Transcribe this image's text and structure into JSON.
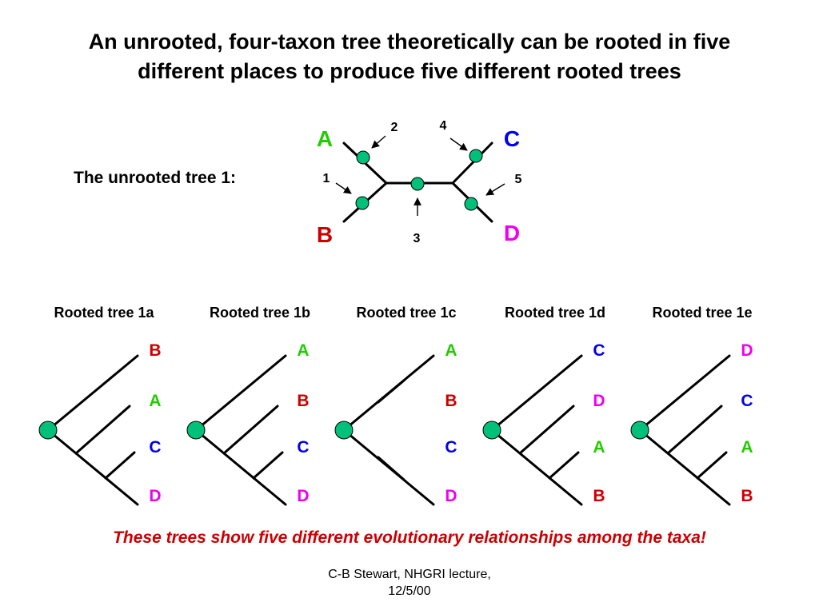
{
  "title": {
    "line1": "An unrooted, four-taxon tree theoretically can be rooted in five",
    "line2": "different places to produce five different rooted trees"
  },
  "unrooted": {
    "label": "The unrooted tree 1:",
    "taxa": [
      {
        "name": "A",
        "color": "#22cc00"
      },
      {
        "name": "B",
        "color": "#cc0000"
      },
      {
        "name": "C",
        "color": "#0000ee"
      },
      {
        "name": "D",
        "color": "#ee00ee"
      }
    ],
    "root_positions": [
      "1",
      "2",
      "3",
      "4",
      "5"
    ]
  },
  "rooted_trees": [
    {
      "title": "Rooted tree 1a",
      "leaves": [
        "B",
        "A",
        "C",
        "D"
      ],
      "topology": "ladder"
    },
    {
      "title": "Rooted tree 1b",
      "leaves": [
        "A",
        "B",
        "C",
        "D"
      ],
      "topology": "ladder"
    },
    {
      "title": "Rooted tree 1c",
      "leaves": [
        "A",
        "B",
        "C",
        "D"
      ],
      "topology": "balanced"
    },
    {
      "title": "Rooted tree 1d",
      "leaves": [
        "C",
        "D",
        "A",
        "B"
      ],
      "topology": "ladder"
    },
    {
      "title": "Rooted tree 1e",
      "leaves": [
        "D",
        "C",
        "A",
        "B"
      ],
      "topology": "ladder"
    }
  ],
  "colors": {
    "node": "#00c07a",
    "conclusion": "#cc0000",
    "A": "#22cc00",
    "B": "#cc0000",
    "C": "#0000ee",
    "D": "#ee00ee"
  },
  "conclusion": "These trees show five different evolutionary relationships among the taxa!",
  "credit": {
    "line1": "C-B Stewart, NHGRI lecture,",
    "line2": "12/5/00"
  }
}
